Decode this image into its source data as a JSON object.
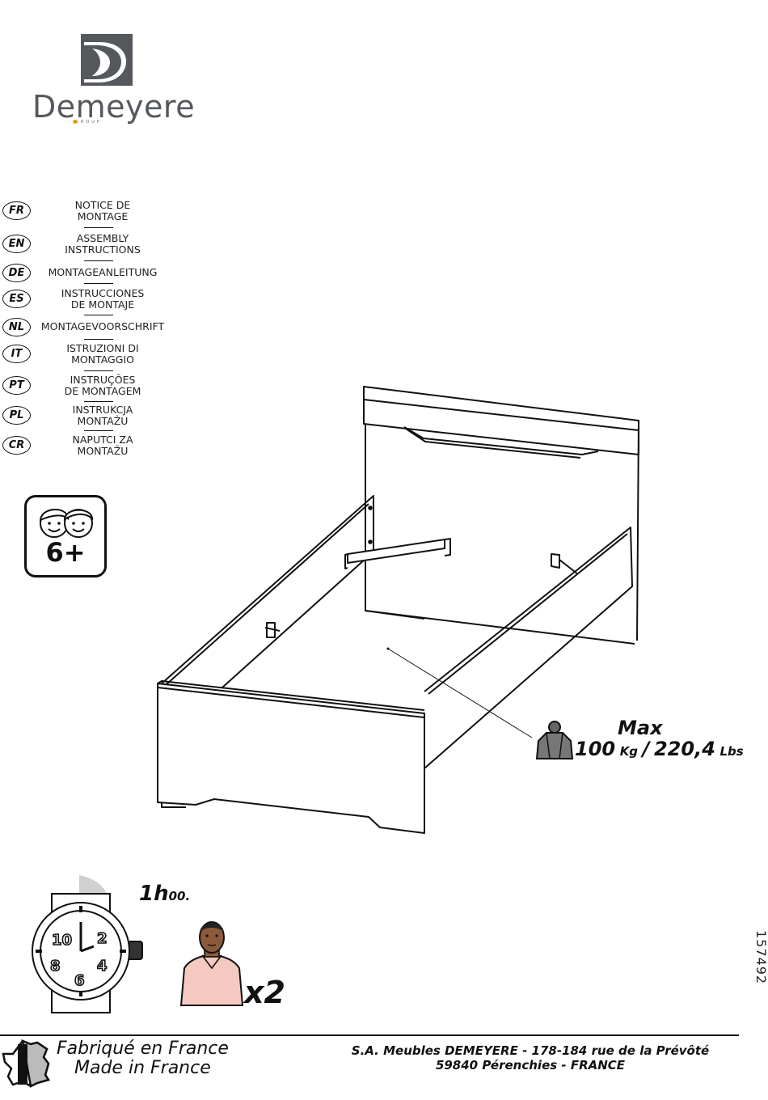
{
  "brand": {
    "name": "Demeyere",
    "group": "GROUP",
    "colors": {
      "logo": "#55585c",
      "accent": "#f0a500"
    }
  },
  "languages": [
    {
      "code": "FR",
      "lines": [
        "NOTICE DE",
        "MONTAGE"
      ]
    },
    {
      "code": "EN",
      "lines": [
        "ASSEMBLY",
        "INSTRUCTIONS"
      ]
    },
    {
      "code": "DE",
      "lines": [
        "MONTAGEANLEITUNG"
      ]
    },
    {
      "code": "ES",
      "lines": [
        "INSTRUCCIONES",
        "DE MONTAJE"
      ]
    },
    {
      "code": "NL",
      "lines": [
        "MONTAGEVOORSCHRIFT"
      ]
    },
    {
      "code": "IT",
      "lines": [
        "ISTRUZIONI DI",
        "MONTAGGIO"
      ]
    },
    {
      "code": "PT",
      "lines": [
        "INSTRUÇÕES",
        "DE MONTAGEM"
      ]
    },
    {
      "code": "PL",
      "lines": [
        "INSTRUKCJA",
        "MONTAŻU"
      ]
    },
    {
      "code": "CR",
      "lines": [
        "NAPUTCI ZA",
        "MONTAŽU"
      ]
    }
  ],
  "age": {
    "label": "6+"
  },
  "weight": {
    "max_label": "Max",
    "kg_value": "100",
    "kg_unit": "Kg",
    "separator": "/",
    "lbs_value": "220,4",
    "lbs_unit": "Lbs"
  },
  "time": {
    "hours": "1h",
    "minutes": "00."
  },
  "watch_numbers": [
    "10",
    "2",
    "8",
    "4",
    "6"
  ],
  "people": {
    "count": "x2"
  },
  "doc_ref": "157492",
  "footer": {
    "made_fr": "Fabriqué en France",
    "made_en": "Made in France",
    "address_line1": "S.A. Meubles DEMEYERE - 178-184 rue de la Prévôté",
    "address_line2": "59840 Pérenchies - FRANCE"
  }
}
